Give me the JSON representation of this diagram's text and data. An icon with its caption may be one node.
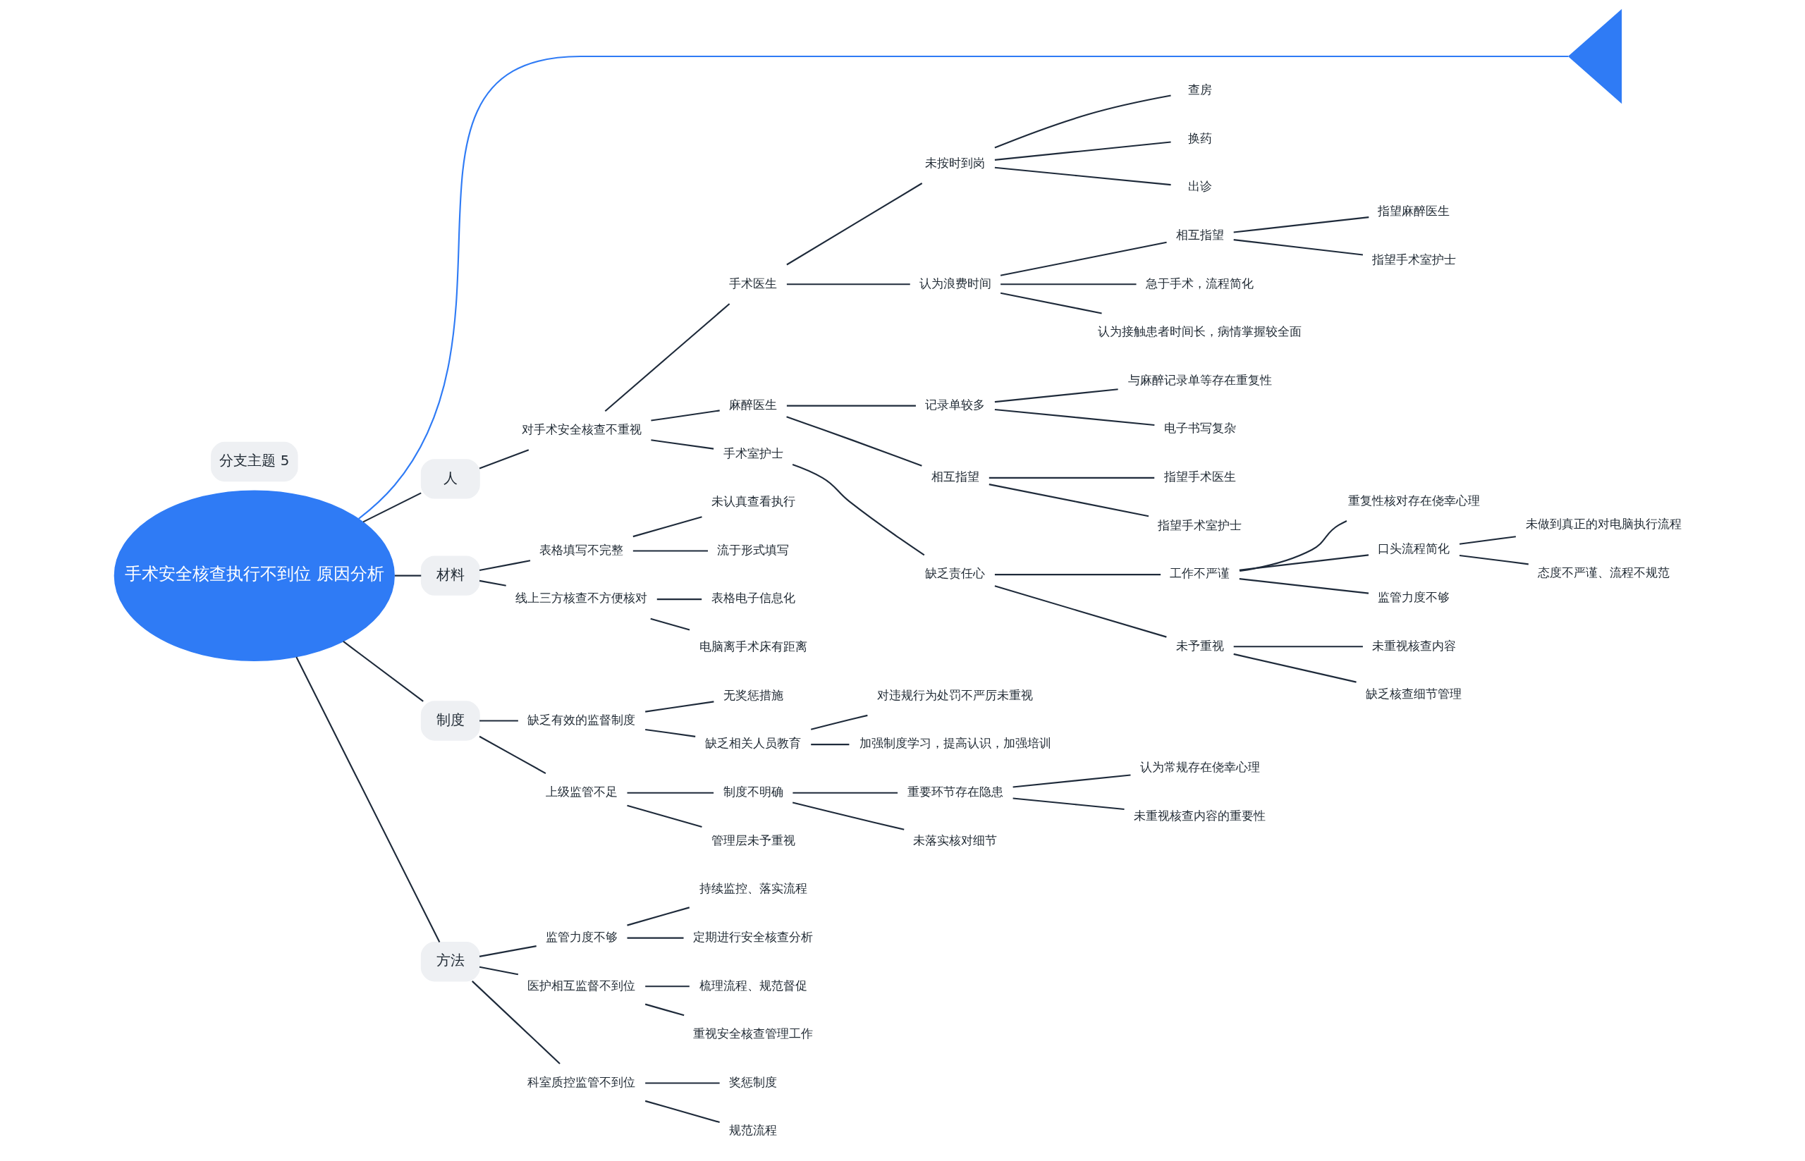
{
  "diagram": {
    "nodes": [
      {
        "text": [
          "手术安全核查执行不到位 原因分析"
        ]
      },
      {
        "text": [],
        "shape": "tail"
      },
      {
        "text": [
          "分支主题 5"
        ]
      },
      {
        "text": [
          "人"
        ]
      },
      {
        "text": [
          "对手术安全核查不重视"
        ]
      },
      {
        "text": [
          "手术医生"
        ]
      },
      {
        "text": [
          "未按时到岗"
        ]
      },
      {
        "text": [
          "查房"
        ]
      },
      {
        "text": [
          "换药"
        ]
      },
      {
        "text": [
          "出诊"
        ]
      },
      {
        "text": [
          "认为浪费时间"
        ]
      },
      {
        "text": [
          "相互指望"
        ]
      },
      {
        "text": [
          "指望麻醉医生"
        ]
      },
      {
        "text": [
          "指望手术室护士"
        ]
      },
      {
        "text": [
          "急于手术，流程简化"
        ]
      },
      {
        "text": [
          "认为接触患者时间长，病情掌握较全面"
        ]
      },
      {
        "text": [
          "麻醉医生"
        ]
      },
      {
        "text": [
          "记录单较多"
        ]
      },
      {
        "text": [
          "与麻醉记录单等存在重复性"
        ]
      },
      {
        "text": [
          "电子书写复杂"
        ]
      },
      {
        "text": [
          "相互指望"
        ]
      },
      {
        "text": [
          "指望手术医生"
        ]
      },
      {
        "text": [
          "指望手术室护士"
        ]
      },
      {
        "text": [
          "手术室护士"
        ]
      },
      {
        "text": [
          "缺乏责任心"
        ]
      },
      {
        "text": [
          "工作不严谨"
        ]
      },
      {
        "text": [
          "重复性核对存在侥幸心理"
        ]
      },
      {
        "text": [
          "口头流程简化"
        ]
      },
      {
        "text": [
          "未做到真正的对电脑执行流程"
        ]
      },
      {
        "text": [
          "态度不严谨、流程不规范"
        ]
      },
      {
        "text": [
          "监管力度不够"
        ]
      },
      {
        "text": [
          "未予重视"
        ]
      },
      {
        "text": [
          "未重视核查内容"
        ]
      },
      {
        "text": [
          "缺乏核查细节管理"
        ]
      },
      {
        "text": [
          "材料"
        ]
      },
      {
        "text": [
          "表格填写不完整"
        ]
      },
      {
        "text": [
          "未认真查看执行"
        ]
      },
      {
        "text": [
          "流于形式填写"
        ]
      },
      {
        "text": [
          "线上三方核查不方便核对"
        ]
      },
      {
        "text": [
          "表格电子信息化"
        ]
      },
      {
        "text": [
          "电脑离手术床有距离"
        ]
      },
      {
        "text": [
          "制度"
        ]
      },
      {
        "text": [
          "缺乏有效的监督制度"
        ]
      },
      {
        "text": [
          "无奖惩措施"
        ]
      },
      {
        "text": [
          "缺乏相关人员教育"
        ]
      },
      {
        "text": [
          "对违规行为处罚不严厉未重视"
        ]
      },
      {
        "text": [
          "加强制度学习，提高认识，加强培训"
        ]
      },
      {
        "text": [
          "上级监管不足"
        ]
      },
      {
        "text": [
          "制度不明确"
        ]
      },
      {
        "text": [
          "重要环节存在隐患"
        ]
      },
      {
        "text": [
          "认为常规存在侥幸心理"
        ]
      },
      {
        "text": [
          "未重视核查内容的重要性"
        ]
      },
      {
        "text": [
          "未落实核对细节"
        ]
      },
      {
        "text": [
          "管理层未予重视"
        ]
      },
      {
        "text": [
          "方法"
        ]
      },
      {
        "text": [
          "监管力度不够"
        ]
      },
      {
        "text": [
          "持续监控、落实流程"
        ]
      },
      {
        "text": [
          "定期进行安全核查分析"
        ]
      },
      {
        "text": [
          "医护相互监督不到位"
        ]
      },
      {
        "text": [
          "梳理流程、规范督促"
        ]
      },
      {
        "text": [
          "重视安全核查管理工作"
        ]
      },
      {
        "text": [
          "科室质控监管不到位"
        ]
      },
      {
        "text": [
          "奖惩制度"
        ]
      },
      {
        "text": [
          "规范流程"
        ]
      }
    ],
    "edges": [
      {
        "from": 0,
        "to": 1,
        "arrow": "none",
        "color": "#2f7bf5"
      },
      {
        "from": 0,
        "to": 3,
        "arrow": "none"
      },
      {
        "from": 3,
        "to": 4,
        "arrow": "none"
      },
      {
        "from": 4,
        "to": 5,
        "arrow": "none"
      },
      {
        "from": 5,
        "to": 6,
        "arrow": "none"
      },
      {
        "from": 6,
        "to": 7,
        "arrow": "none"
      },
      {
        "from": 6,
        "to": 8,
        "arrow": "none"
      },
      {
        "from": 6,
        "to": 9,
        "arrow": "none"
      },
      {
        "from": 5,
        "to": 10,
        "arrow": "none"
      },
      {
        "from": 10,
        "to": 11,
        "arrow": "none"
      },
      {
        "from": 11,
        "to": 12,
        "arrow": "none"
      },
      {
        "from": 11,
        "to": 13,
        "arrow": "none"
      },
      {
        "from": 10,
        "to": 14,
        "arrow": "none"
      },
      {
        "from": 10,
        "to": 15,
        "arrow": "none"
      },
      {
        "from": 4,
        "to": 16,
        "arrow": "none"
      },
      {
        "from": 16,
        "to": 17,
        "arrow": "none"
      },
      {
        "from": 17,
        "to": 18,
        "arrow": "none"
      },
      {
        "from": 17,
        "to": 19,
        "arrow": "none"
      },
      {
        "from": 16,
        "to": 20,
        "arrow": "none"
      },
      {
        "from": 20,
        "to": 21,
        "arrow": "none"
      },
      {
        "from": 20,
        "to": 22,
        "arrow": "none"
      },
      {
        "from": 4,
        "to": 23,
        "arrow": "none"
      },
      {
        "from": 23,
        "to": 24,
        "arrow": "none"
      },
      {
        "from": 24,
        "to": 25,
        "arrow": "none"
      },
      {
        "from": 25,
        "to": 26,
        "arrow": "none"
      },
      {
        "from": 25,
        "to": 27,
        "arrow": "none"
      },
      {
        "from": 27,
        "to": 28,
        "arrow": "none"
      },
      {
        "from": 27,
        "to": 29,
        "arrow": "none"
      },
      {
        "from": 25,
        "to": 30,
        "arrow": "none"
      },
      {
        "from": 24,
        "to": 31,
        "arrow": "none"
      },
      {
        "from": 31,
        "to": 32,
        "arrow": "none"
      },
      {
        "from": 31,
        "to": 33,
        "arrow": "none"
      },
      {
        "from": 0,
        "to": 34,
        "arrow": "none"
      },
      {
        "from": 34,
        "to": 35,
        "arrow": "none"
      },
      {
        "from": 35,
        "to": 36,
        "arrow": "none"
      },
      {
        "from": 35,
        "to": 37,
        "arrow": "none"
      },
      {
        "from": 34,
        "to": 38,
        "arrow": "none"
      },
      {
        "from": 38,
        "to": 39,
        "arrow": "none"
      },
      {
        "from": 38,
        "to": 40,
        "arrow": "none"
      },
      {
        "from": 0,
        "to": 41,
        "arrow": "none"
      },
      {
        "from": 41,
        "to": 42,
        "arrow": "none"
      },
      {
        "from": 42,
        "to": 43,
        "arrow": "none"
      },
      {
        "from": 42,
        "to": 44,
        "arrow": "none"
      },
      {
        "from": 44,
        "to": 45,
        "arrow": "none"
      },
      {
        "from": 44,
        "to": 46,
        "arrow": "none"
      },
      {
        "from": 41,
        "to": 47,
        "arrow": "none"
      },
      {
        "from": 47,
        "to": 48,
        "arrow": "none"
      },
      {
        "from": 48,
        "to": 49,
        "arrow": "none"
      },
      {
        "from": 49,
        "to": 50,
        "arrow": "none"
      },
      {
        "from": 49,
        "to": 51,
        "arrow": "none"
      },
      {
        "from": 48,
        "to": 52,
        "arrow": "none"
      },
      {
        "from": 47,
        "to": 53,
        "arrow": "none"
      },
      {
        "from": 0,
        "to": 54,
        "arrow": "none"
      },
      {
        "from": 54,
        "to": 55,
        "arrow": "none"
      },
      {
        "from": 55,
        "to": 56,
        "arrow": "none"
      },
      {
        "from": 55,
        "to": 57,
        "arrow": "none"
      },
      {
        "from": 54,
        "to": 58,
        "arrow": "none"
      },
      {
        "from": 58,
        "to": 59,
        "arrow": "none"
      },
      {
        "from": 58,
        "to": 60,
        "arrow": "none"
      },
      {
        "from": 54,
        "to": 61,
        "arrow": "none"
      },
      {
        "from": 61,
        "to": 62,
        "arrow": "none"
      },
      {
        "from": 61,
        "to": 63,
        "arrow": "none"
      }
    ]
  }
}
